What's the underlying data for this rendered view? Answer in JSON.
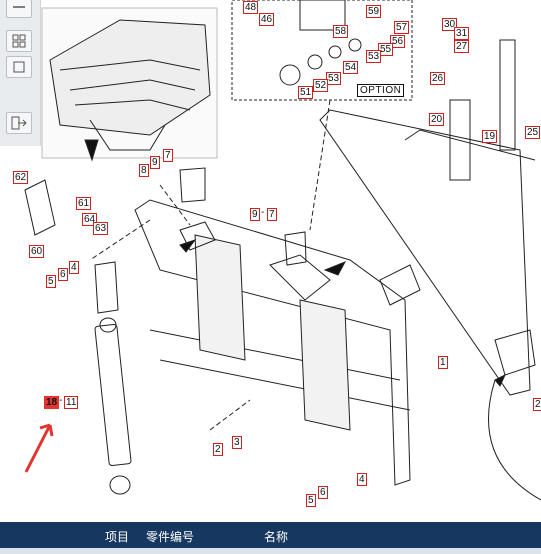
{
  "diagram": {
    "option_label": "OPTION",
    "callouts": [
      "48",
      "46",
      "59",
      "57",
      "30",
      "31",
      "27",
      "58",
      "56",
      "55",
      "53",
      "54",
      "53",
      "52",
      "51",
      "26",
      "20",
      "19",
      "25",
      "62",
      "61",
      "64",
      "63",
      "60",
      "8",
      "9",
      "7",
      "9",
      "7",
      "4",
      "6",
      "5",
      "1",
      "18",
      "11",
      "2",
      "3",
      "4",
      "6",
      "5",
      "2"
    ]
  },
  "table": {
    "headers": {
      "item": "项目",
      "part_no": "零件编号",
      "name": "名称"
    }
  },
  "colors": {
    "header_bg": "#16375f",
    "callout_border": "#d42020",
    "highlight": "#e3342f"
  },
  "icons": [
    "minus-icon",
    "grid-icon",
    "square-icon",
    "exit-icon"
  ]
}
